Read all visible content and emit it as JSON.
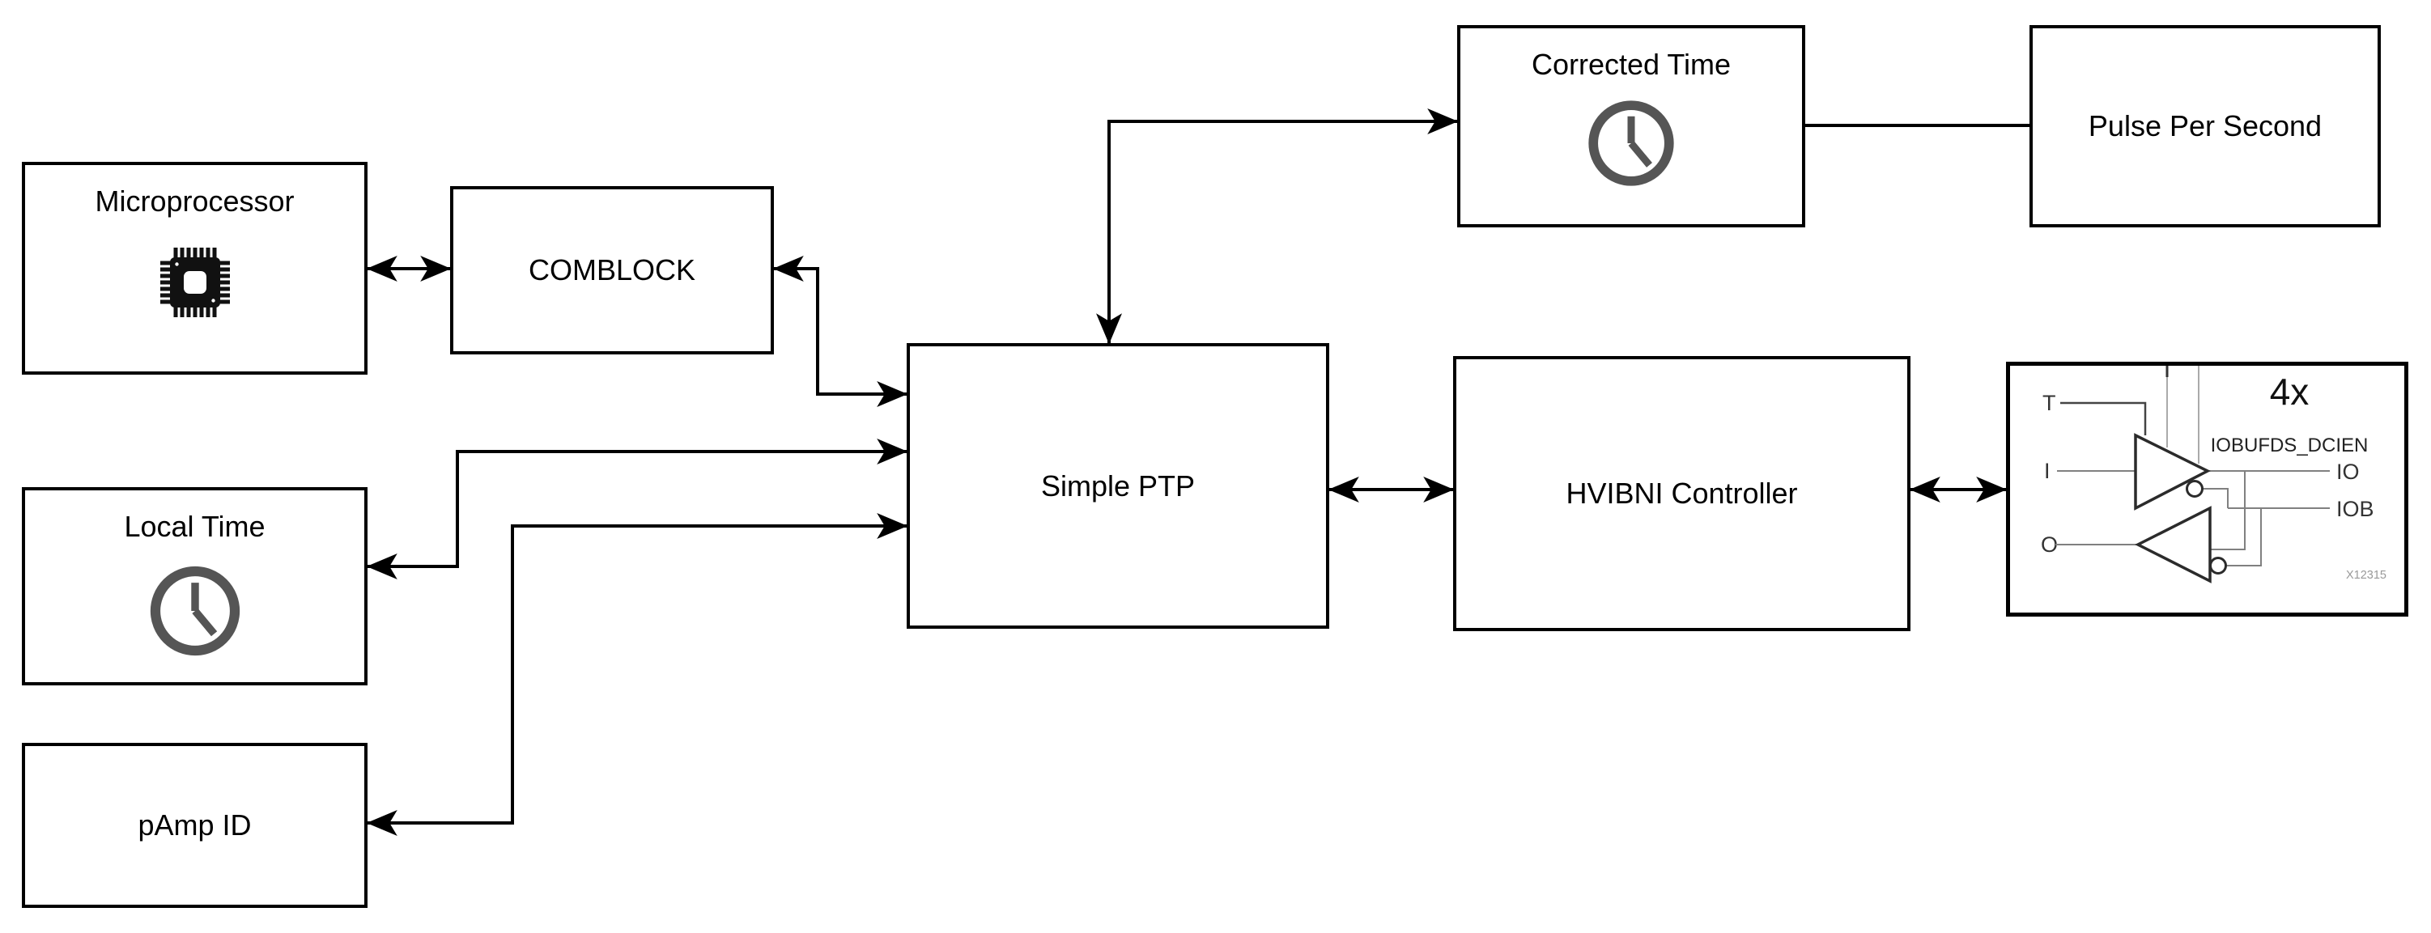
{
  "diagram": {
    "blocks": {
      "microprocessor": {
        "label": "Microprocessor",
        "icon": "chip-icon"
      },
      "comblock": {
        "label": "COMBLOCK"
      },
      "local_time": {
        "label": "Local Time",
        "icon": "clock-icon"
      },
      "pamp_id": {
        "label": "pAmp ID"
      },
      "simple_ptp": {
        "label": "Simple PTP"
      },
      "corrected_time": {
        "label": "Corrected Time",
        "icon": "clock-icon"
      },
      "pulse_per_second": {
        "label": "Pulse Per Second"
      },
      "hvibni_controller": {
        "label": "HVIBNI Controller"
      },
      "iobufds": {
        "multiplier_label": "4x",
        "component_label": "IOBUFDS_DCIEN",
        "pins": {
          "t": "T",
          "i": "I",
          "o": "O",
          "io": "IO",
          "iob": "IOB"
        },
        "figure_id": "X12315"
      }
    },
    "colors": {
      "line": "#000000",
      "box_border": "#000000",
      "background": "#ffffff",
      "clock_icon": "#555555",
      "iobufds_routing": "#808080",
      "iobufds_text": "#333333",
      "figure_id_text": "#999999"
    }
  }
}
